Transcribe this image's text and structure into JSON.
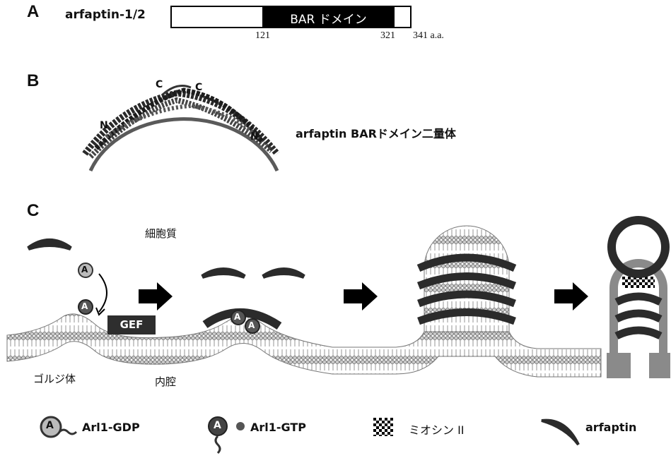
{
  "panel_a": {
    "letter": "A",
    "protein_label": "arfaptin-1/2",
    "domain_label": "BAR ドメイン",
    "tick_121": "121",
    "tick_321": "321",
    "tick_341": "341 a.a."
  },
  "panel_b": {
    "letter": "B",
    "n_label": "N",
    "c_label": "C",
    "caption": "arfaptin BARドメイン二量体"
  },
  "panel_c": {
    "letter": "C",
    "cytoplasm": "細胞質",
    "golgi": "ゴルジ体",
    "lumen": "内腔",
    "gef": "GEF",
    "arl_letter": "A"
  },
  "legend": {
    "arl1_gdp": "Arl1-GDP",
    "arl1_gtp": "Arl1-GTP",
    "myosin": "ミオシン II",
    "arfaptin": "arfaptin"
  },
  "colors": {
    "bar_domain": "#000000",
    "arfaptin": "#2b2b2b",
    "gef_box": "#2e2e2e",
    "myosin_check": "#000000",
    "membrane_head": "#bdbdbd",
    "neck_gray": "#8a8a8a"
  },
  "icons": [
    "arrow-right-icon",
    "arl1-gdp-icon",
    "arl1-gtp-icon",
    "myosin-icon",
    "arfaptin-icon"
  ]
}
